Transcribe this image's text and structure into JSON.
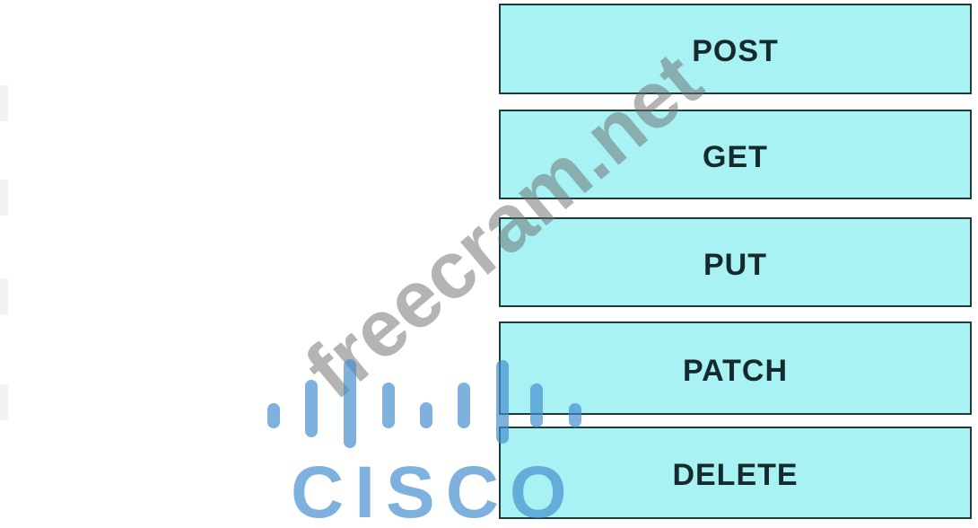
{
  "panel": {
    "description": "HTTP method drag-and-drop answer options"
  },
  "methods": [
    {
      "label": "POST"
    },
    {
      "label": "GET"
    },
    {
      "label": "PUT"
    },
    {
      "label": "PATCH"
    },
    {
      "label": "DELETE"
    }
  ],
  "watermark": {
    "text": "freecram.net"
  },
  "logo": {
    "brand": "CISCO",
    "icon": "cisco-bridge-icon"
  },
  "colors": {
    "box_fill": "#a9f2f4",
    "box_border": "#1e3c3c",
    "box_text": "#142a2c",
    "watermark_gray": "rgba(105,105,105,0.5)",
    "cisco_blue": "rgba(65,140,205,0.68)"
  }
}
